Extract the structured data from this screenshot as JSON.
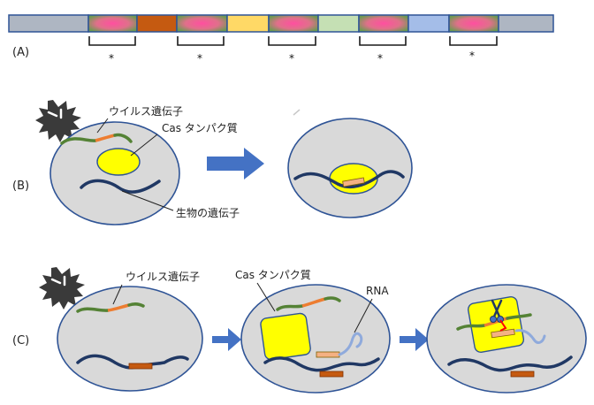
{
  "panel_labels": {
    "a": "(A)",
    "b": "(B)",
    "c": "(C)"
  },
  "labels": {
    "virus_gene": "ウイルス遺伝子",
    "cas_protein": "Cas タンパク質",
    "organism_gene": "生物の遺伝子",
    "rna": "RNA"
  },
  "star": "*",
  "colors": {
    "repeat_gray": "#aeb6c2",
    "spacer_green": "#6f9f52",
    "spacer_pink": "#ee5596",
    "brown": "#c55a11",
    "yellow": "#ffd966",
    "light_green": "#c5e0b4",
    "light_blue": "#a4bde8",
    "cell_gray": "#d9d9d9",
    "cell_border": "#2f5496",
    "cas_yellow": "#ffff00",
    "virus_green": "#548235",
    "virus_orange": "#ed7d31",
    "dna_blue": "#203864",
    "arrow_blue": "#4472c4",
    "segment_peach": "#f4b183",
    "rna_light": "#8faadc"
  }
}
